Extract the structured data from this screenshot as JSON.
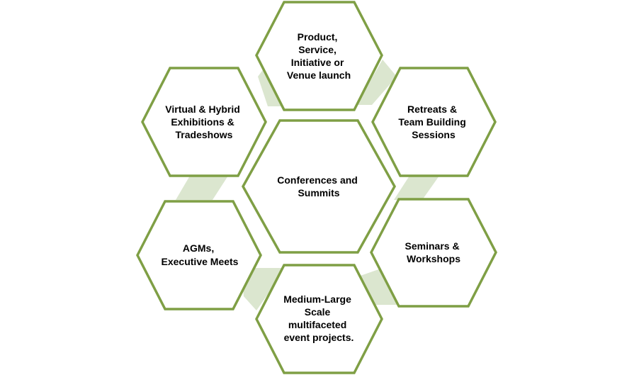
{
  "colors": {
    "outline": "#7f9f45",
    "connector": "#dbe6cf",
    "fill": "#ffffff",
    "text": "#000000"
  },
  "center": {
    "lines": [
      "Conferences and",
      "Summits"
    ]
  },
  "hexagons": [
    {
      "id": "product-launch",
      "lines": [
        "Product,",
        "Service,",
        "Initiative or",
        "Venue launch"
      ]
    },
    {
      "id": "retreats",
      "lines": [
        "Retreats &",
        "Team Building",
        "Sessions"
      ]
    },
    {
      "id": "seminars",
      "lines": [
        "Seminars &",
        "Workshops"
      ]
    },
    {
      "id": "medium-large",
      "lines": [
        "Medium-Large",
        "Scale",
        "multifaceted",
        "event projects."
      ]
    },
    {
      "id": "agms",
      "lines": [
        "AGMs,",
        "Executive Meets"
      ]
    },
    {
      "id": "virtual-hybrid",
      "lines": [
        "Virtual & Hybrid",
        "Exhibitions &",
        "Tradeshows"
      ]
    }
  ]
}
